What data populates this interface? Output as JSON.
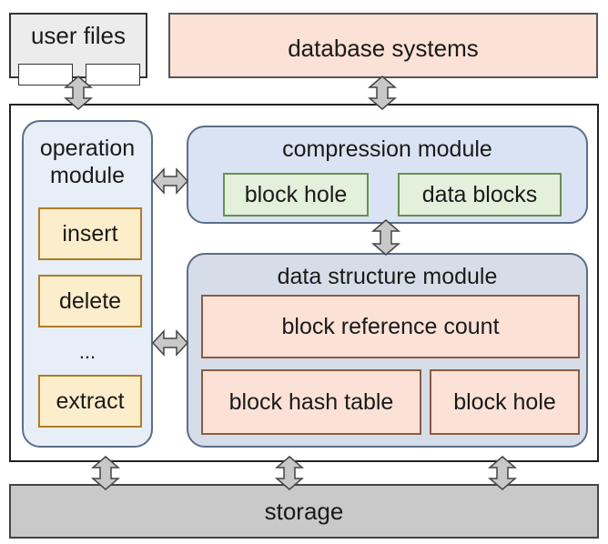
{
  "user_files": {
    "label": "user files"
  },
  "database_systems": {
    "label": "database systems"
  },
  "operation_module": {
    "title": "operation\nmodule",
    "items": [
      "insert",
      "delete",
      "extract"
    ],
    "ellipsis": "..."
  },
  "compression_module": {
    "title": "compression module",
    "items": [
      "block hole",
      "data blocks"
    ]
  },
  "data_structure_module": {
    "title": "data structure module",
    "reference_count": "block reference count",
    "hash_table": "block hash table",
    "block_hole": "block hole"
  },
  "storage": {
    "label": "storage"
  },
  "colors": {
    "arrow_fill": "#c8c8c8",
    "module_blue": "#dae3f3",
    "item_yellow": "#fdeecb",
    "item_green": "#e3f0dc",
    "item_pink": "#fbe1d6",
    "storage_gray": "#c9c9c9"
  }
}
